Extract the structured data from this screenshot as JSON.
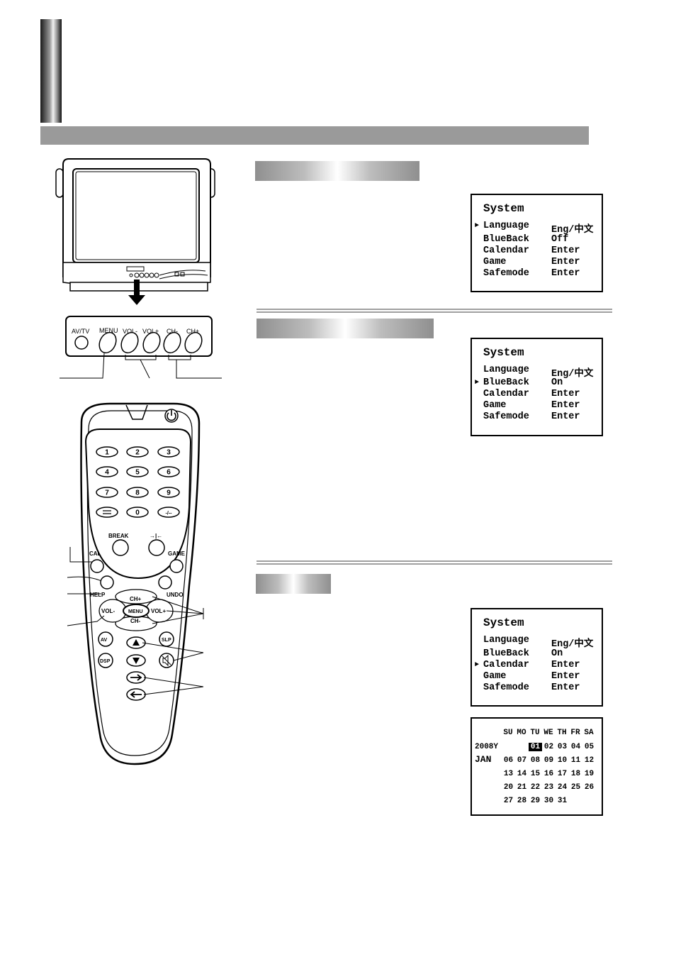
{
  "osd1": {
    "title": "System",
    "rows": [
      {
        "label": "Language",
        "value": "Eng/中文"
      },
      {
        "label": "BlueBack",
        "value": "Off"
      },
      {
        "label": "Calendar",
        "value": "Enter"
      },
      {
        "label": "Game",
        "value": "Enter"
      },
      {
        "label": "Safemode",
        "value": "Enter"
      }
    ],
    "pointer": "►"
  },
  "osd2": {
    "title": "System",
    "rows": [
      {
        "label": "Language",
        "value": "Eng/中文"
      },
      {
        "label": "BlueBack",
        "value": "On"
      },
      {
        "label": "Calendar",
        "value": "Enter"
      },
      {
        "label": "Game",
        "value": "Enter"
      },
      {
        "label": "Safemode",
        "value": "Enter"
      }
    ],
    "pointer": "►"
  },
  "osd3": {
    "title": "System",
    "rows": [
      {
        "label": "Language",
        "value": "Eng/中文"
      },
      {
        "label": "BlueBack",
        "value": "On"
      },
      {
        "label": "Calendar",
        "value": "Enter"
      },
      {
        "label": "Game",
        "value": "Enter"
      },
      {
        "label": "Safemode",
        "value": "Enter"
      }
    ],
    "pointer": "►"
  },
  "calendar": {
    "days": [
      "SU",
      "MO",
      "TU",
      "WE",
      "TH",
      "FR",
      "SA"
    ],
    "year": "2008Y",
    "month": "JAN",
    "weeks": [
      [
        "",
        "",
        "01",
        "02",
        "03",
        "04",
        "05"
      ],
      [
        "06",
        "07",
        "08",
        "09",
        "10",
        "11",
        "12"
      ],
      [
        "13",
        "14",
        "15",
        "16",
        "17",
        "18",
        "19"
      ],
      [
        "20",
        "21",
        "22",
        "23",
        "24",
        "25",
        "26"
      ],
      [
        "27",
        "28",
        "29",
        "30",
        "31",
        "",
        ""
      ]
    ],
    "selected": "01"
  },
  "front_panel": {
    "labels": [
      "AV/TV",
      "MENU",
      "VOL-",
      "VOL+",
      "CH-",
      "CH+"
    ]
  },
  "remote": {
    "digits": [
      "1",
      "2",
      "3",
      "4",
      "5",
      "6",
      "7",
      "8",
      "9",
      "0",
      "-/--"
    ],
    "break_label": "BREAK",
    "cal_label": "CAL",
    "game_label": "GAME",
    "help_label": "HELP",
    "undo_label": "UNDO",
    "ch_plus": "CH+",
    "ch_minus": "CH-",
    "vol_minus": "VOL-",
    "vol_plus": "VOL+",
    "menu_label": "MENU",
    "av_label": "AV",
    "dsp_label": "DSP",
    "slp_label": "SLP"
  }
}
